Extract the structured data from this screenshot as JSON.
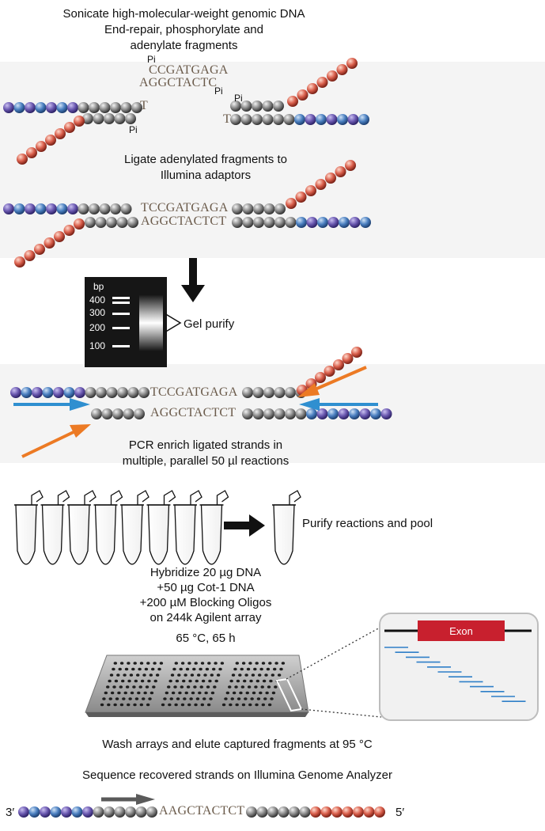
{
  "steps": {
    "sonicate": "Sonicate high-molecular-weight genomic DNA",
    "end_repair_1": "End-repair, phosphorylate and",
    "end_repair_2": "adenylate fragments",
    "ligate_1": "Ligate adenylated fragments to",
    "ligate_2": "Illumina adaptors",
    "gel_purify": "Gel purify",
    "pcr_1": "PCR enrich ligated strands in",
    "pcr_2": "multiple, parallel 50 µl reactions",
    "purify_pool": "Purify reactions and pool",
    "hyb_1": "Hybridize 20 µg DNA",
    "hyb_2": "+50 µg Cot-1 DNA",
    "hyb_3": "+200 µM Blocking Oligos",
    "hyb_4": "on 244k Agilent array",
    "hyb_5": "65 °C, 65 h",
    "wash": "Wash arrays and elute captured fragments at 95 °C",
    "sequence": "Sequence recovered strands on Illumina Genome Analyzer"
  },
  "sequences": {
    "adaptor_top": "CCGATGAGA",
    "adaptor_bottom": "AGGCTACTC",
    "overhang_t": "T",
    "phosphate": "Pi",
    "ligated_top": "TCCGATGAGA",
    "ligated_bottom": "AGGCTACTCT",
    "final_read": "AAGCTACTCT"
  },
  "gel": {
    "unit": "bp",
    "ladder": [
      "400",
      "300",
      "200",
      "100"
    ]
  },
  "exon_inset": {
    "label": "Exon",
    "probe_count": 12
  },
  "ends": {
    "three_prime": "3′",
    "five_prime": "5′"
  },
  "colors": {
    "bead_purple": "#6a58b0",
    "bead_blue": "#4a7fc0",
    "bead_gray": "#808080",
    "bead_red": "#d85d4a",
    "arrow_blue": "#2f8fd0",
    "arrow_orange": "#ec7a24",
    "exon_red": "#c8202e",
    "probe_blue": "#2f7fc8"
  }
}
